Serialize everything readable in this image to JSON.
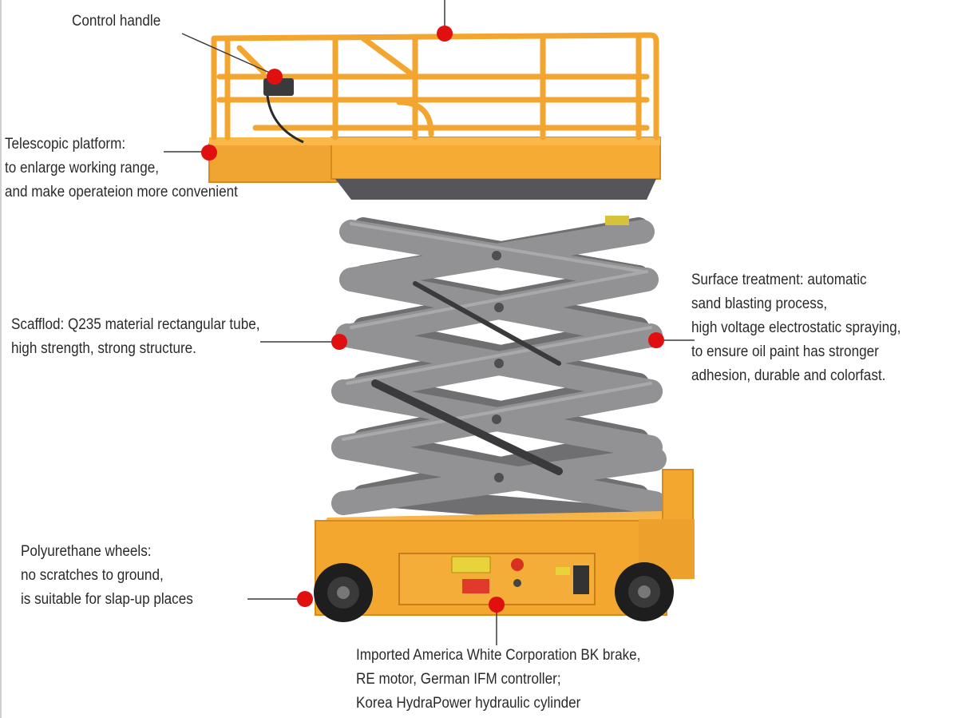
{
  "colors": {
    "lift_orange": "#f3a72e",
    "lift_orange_dark": "#d9881a",
    "scissor_gray": "#8e8e90",
    "scissor_gray_dark": "#5f5f62",
    "marker_red": "#e01010",
    "wheel_black": "#1e1e1e",
    "label_text": "#2a2a2a"
  },
  "callouts": {
    "control_handle": {
      "lines": [
        "Control handle"
      ]
    },
    "telescopic_platform": {
      "lines": [
        "Telescopic platform:",
        "to enlarge working range,",
        "and make operateion more convenient"
      ]
    },
    "scaffold": {
      "lines": [
        "Scafflod: Q235 material rectangular tube,",
        "high strength, strong structure."
      ]
    },
    "surface_treatment": {
      "lines": [
        "Surface treatment: automatic",
        "sand blasting process,",
        "high voltage electrostatic spraying,",
        "to ensure oil paint has stronger",
        "adhesion, durable and colorfast."
      ]
    },
    "wheels": {
      "lines": [
        "Polyurethane wheels:",
        "no scratches to ground,",
        "is suitable for slap-up places"
      ]
    },
    "components": {
      "lines": [
        "Imported America White Corporation BK brake,",
        "RE motor, German IFM controller;",
        "Korea HydraPower hydraulic cylinder"
      ]
    }
  }
}
